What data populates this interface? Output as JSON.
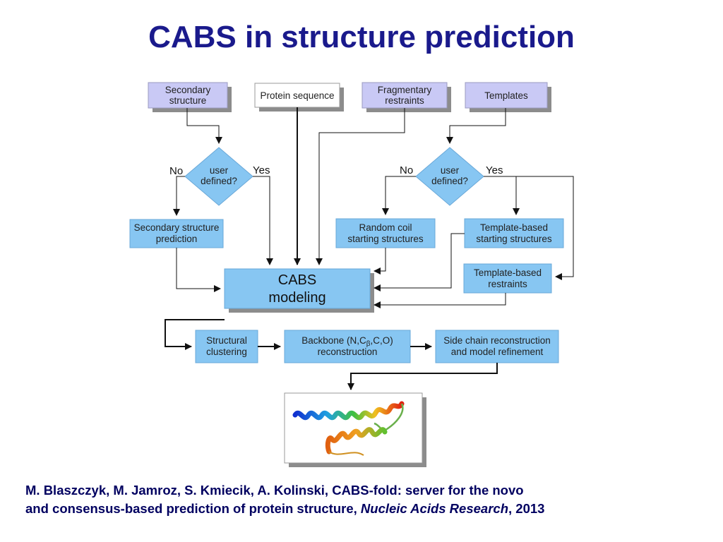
{
  "title": "CABS in structure prediction",
  "diagram": {
    "inputs": {
      "secondary_structure": [
        "Secondary",
        "structure"
      ],
      "protein_sequence": [
        "Protein sequence"
      ],
      "fragmentary_restraints": [
        "Fragmentary",
        "restraints"
      ],
      "templates": [
        "Templates"
      ]
    },
    "decisions": {
      "left": {
        "text": [
          "user",
          "defined?"
        ],
        "no": "No",
        "yes": "Yes"
      },
      "right": {
        "text": [
          "user",
          "defined?"
        ],
        "no": "No",
        "yes": "Yes"
      }
    },
    "steps": {
      "ss_prediction": [
        "Secondary structure",
        "prediction"
      ],
      "random_coil": [
        "Random coil",
        "starting structures"
      ],
      "template_based_start": [
        "Template-based",
        "starting structures"
      ],
      "template_based_restraints": [
        "Template-based",
        "restraints"
      ],
      "cabs_modeling": [
        "CABS",
        "modeling"
      ],
      "structural_clustering": [
        "Structural",
        "clustering"
      ],
      "backbone_reconstruction": {
        "line1_a": "Backbone (N,C",
        "line1_sub": "β",
        "line1_b": ",C,O)",
        "line2": "reconstruction"
      },
      "side_chain": [
        "Side chain reconstruction",
        "and model refinement"
      ]
    },
    "colors": {
      "input_box": "#c9c9f5",
      "step_box": "#87c6f2",
      "shadow": "#8c8c8c",
      "title": "#1a1a8c"
    }
  },
  "citation": {
    "line1": "M. Blaszczyk, M. Jamroz, S. Kmiecik, A. Kolinski, CABS-fold: server for the novo",
    "line2": "and consensus-based prediction of protein structure, ",
    "journal": "Nucleic Acids Research",
    "year": ", 2013"
  }
}
